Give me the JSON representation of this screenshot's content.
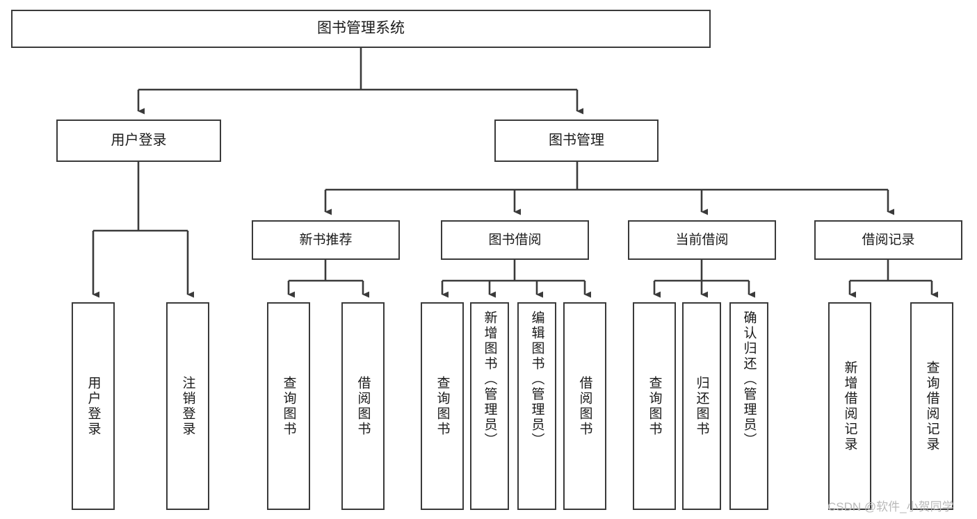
{
  "diagram": {
    "type": "hierarchy-tree",
    "title": "图书管理系统",
    "line_color": "#3a3a3a",
    "text_color": "#1a1a1a",
    "background": "#ffffff",
    "root": {
      "label": "图书管理系统"
    },
    "level2": [
      {
        "label": "用户登录"
      },
      {
        "label": "图书管理"
      }
    ],
    "level3": [
      {
        "label": "新书推荐"
      },
      {
        "label": "图书借阅"
      },
      {
        "label": "当前借阅"
      },
      {
        "label": "借阅记录"
      }
    ],
    "leaves": [
      {
        "label": "用户登录",
        "parent": "用户登录"
      },
      {
        "label": "注销登录",
        "parent": "用户登录"
      },
      {
        "label": "查询图书",
        "parent": "新书推荐"
      },
      {
        "label": "借阅图书",
        "parent": "新书推荐"
      },
      {
        "label": "查询图书",
        "parent": "图书借阅"
      },
      {
        "label": "新增图书（管理员）",
        "parent": "图书借阅"
      },
      {
        "label": "编辑图书（管理员）",
        "parent": "图书借阅"
      },
      {
        "label": "借阅图书",
        "parent": "图书借阅"
      },
      {
        "label": "查询图书",
        "parent": "当前借阅"
      },
      {
        "label": "归还图书",
        "parent": "当前借阅"
      },
      {
        "label": "确认归还（管理员）",
        "parent": "当前借阅"
      },
      {
        "label": "新增借阅记录",
        "parent": "借阅记录"
      },
      {
        "label": "查询借阅记录",
        "parent": "借阅记录"
      }
    ]
  },
  "watermark": {
    "text": "CSDN @软件_小贺同学"
  }
}
